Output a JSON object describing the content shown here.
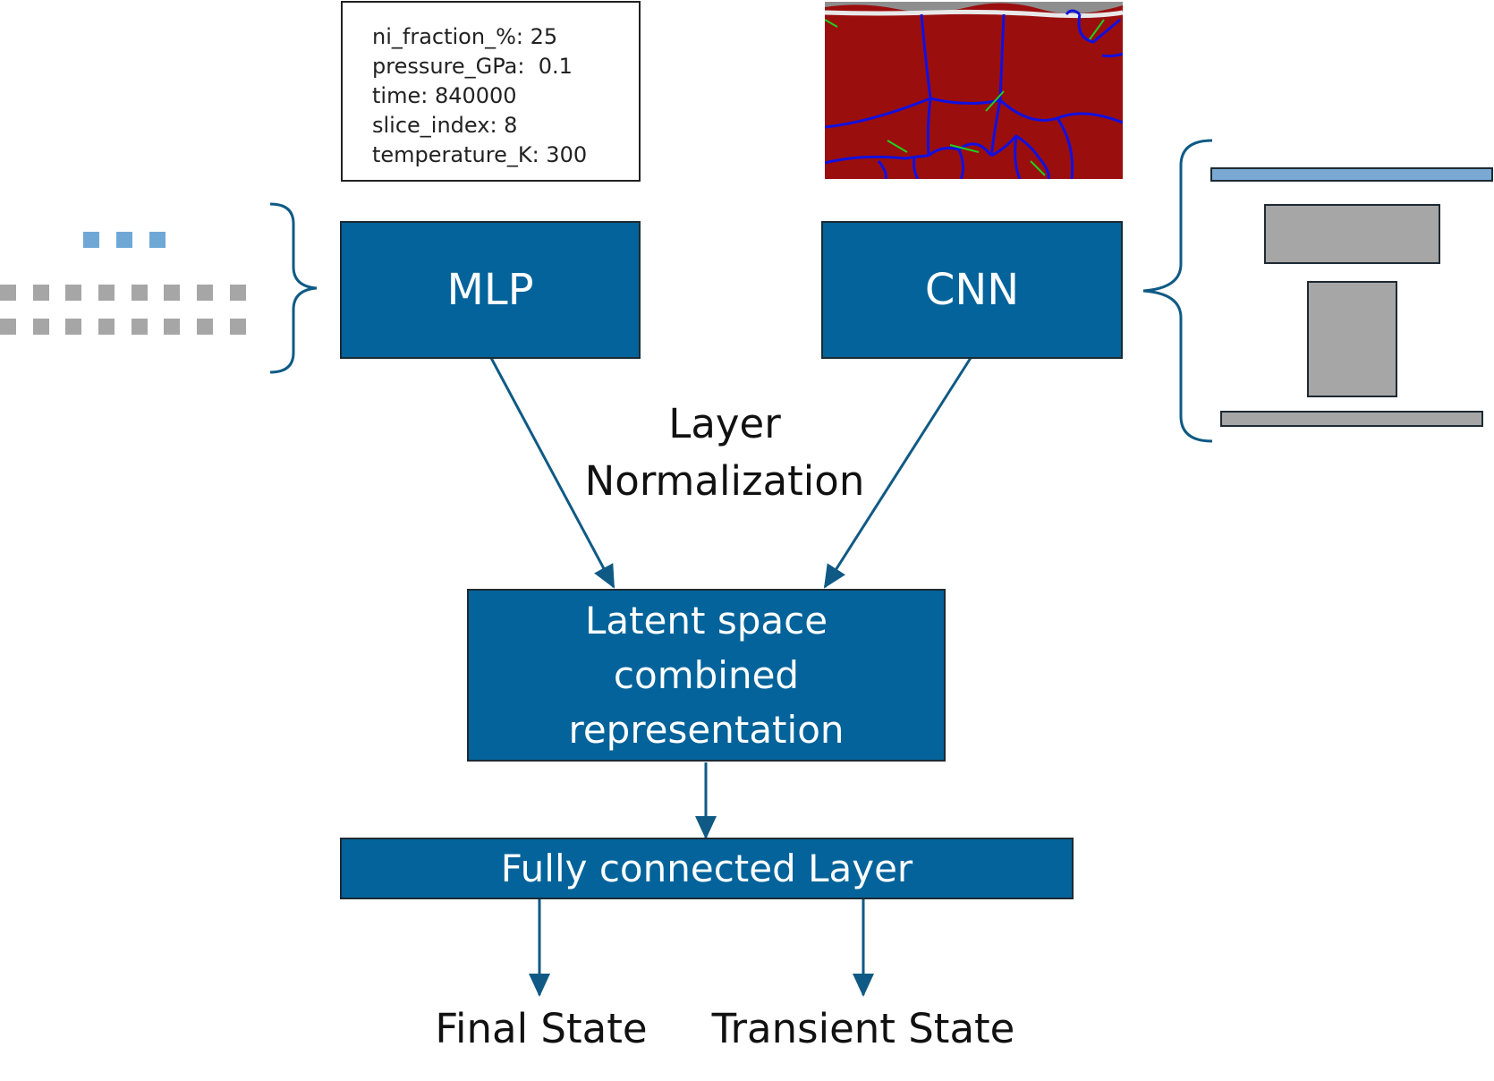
{
  "input_params": [
    "ni_fraction_%: 25",
    "pressure_GPa:  0.1",
    "time: 840000",
    "slice_index: 8",
    "temperature_K: 300"
  ],
  "blocks": {
    "mlp": "MLP",
    "cnn": "CNN",
    "latent_line1": "Latent space",
    "latent_line2": "combined",
    "latent_line3": "representation",
    "fc": "Fully connected Layer"
  },
  "layer_norm": {
    "line1": "Layer",
    "line2": "Normalization"
  },
  "outputs": {
    "final": "Final State",
    "transient": "Transient State"
  },
  "colors": {
    "block_fill": "#03639a",
    "block_border": "#1e2a33",
    "arrow": "#0f5a85",
    "mlp_node_light": "#6fa8d6",
    "mlp_node_gray": "#a6a6a6",
    "cnn_dense": "#7aa9d3",
    "cnn_block": "#a6a6a6",
    "grain": "#9b0e0e",
    "grain_boundary": "#1010e0",
    "twin_boundary": "#20d020"
  }
}
